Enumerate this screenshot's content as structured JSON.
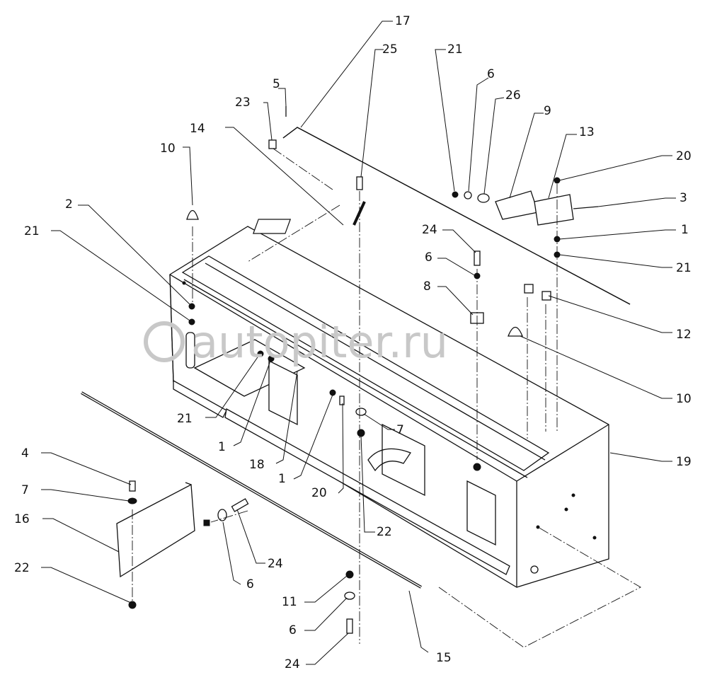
{
  "watermark": "autopiter.ru",
  "callouts": [
    "17",
    "25",
    "21",
    "5",
    "23",
    "6",
    "26",
    "9",
    "13",
    "14",
    "10",
    "20",
    "3",
    "2",
    "21",
    "1",
    "24",
    "21",
    "6",
    "8",
    "12",
    "10",
    "21",
    "1",
    "18",
    "1",
    "20",
    "7",
    "19",
    "4",
    "7",
    "16",
    "22",
    "24",
    "6",
    "22",
    "11",
    "6",
    "24",
    "15"
  ]
}
